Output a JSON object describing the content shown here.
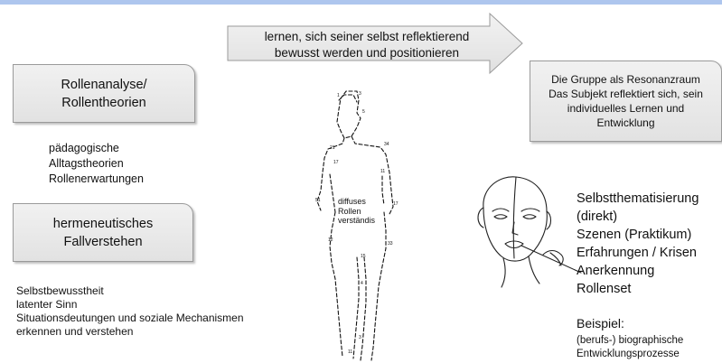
{
  "arrow": {
    "text": "lernen, sich seiner selbst reflektierend\nbewusst werden und positionieren"
  },
  "left": {
    "box_rollen": "Rollenanalyse/\nRollentheorien",
    "paed_text": "pädagogische\nAlltagstheorien\nRollenerwartungen",
    "box_hermeneutik": "hermeneutisches\nFallverstehen",
    "selbst_text": "Selbstbewusstheit\nlatenter Sinn\nSituationsdeutungen und soziale Mechanismen\nerkennen und verstehen"
  },
  "center": {
    "figure_label": "diffuses\nRollen\nverständis"
  },
  "right": {
    "box_gruppe": "Die Gruppe als Resonanzraum\nDas Subjekt reflektiert sich, sein\nindividuelles Lernen und\nEntwicklung",
    "selbstthematisierung": "Selbstthematisierung\n(direkt)\nSzenen (Praktikum)\nErfahrungen / Krisen\nAnerkennung\nRollenset",
    "beispiel_title": "Beispiel:",
    "beispiel_body": "(berufs-) biographische\nEntwicklungsprozesse"
  },
  "colors": {
    "top_bar": "#aec6ee",
    "box_fill": "#e6e6e6",
    "box_border": "#9a9a9a"
  }
}
